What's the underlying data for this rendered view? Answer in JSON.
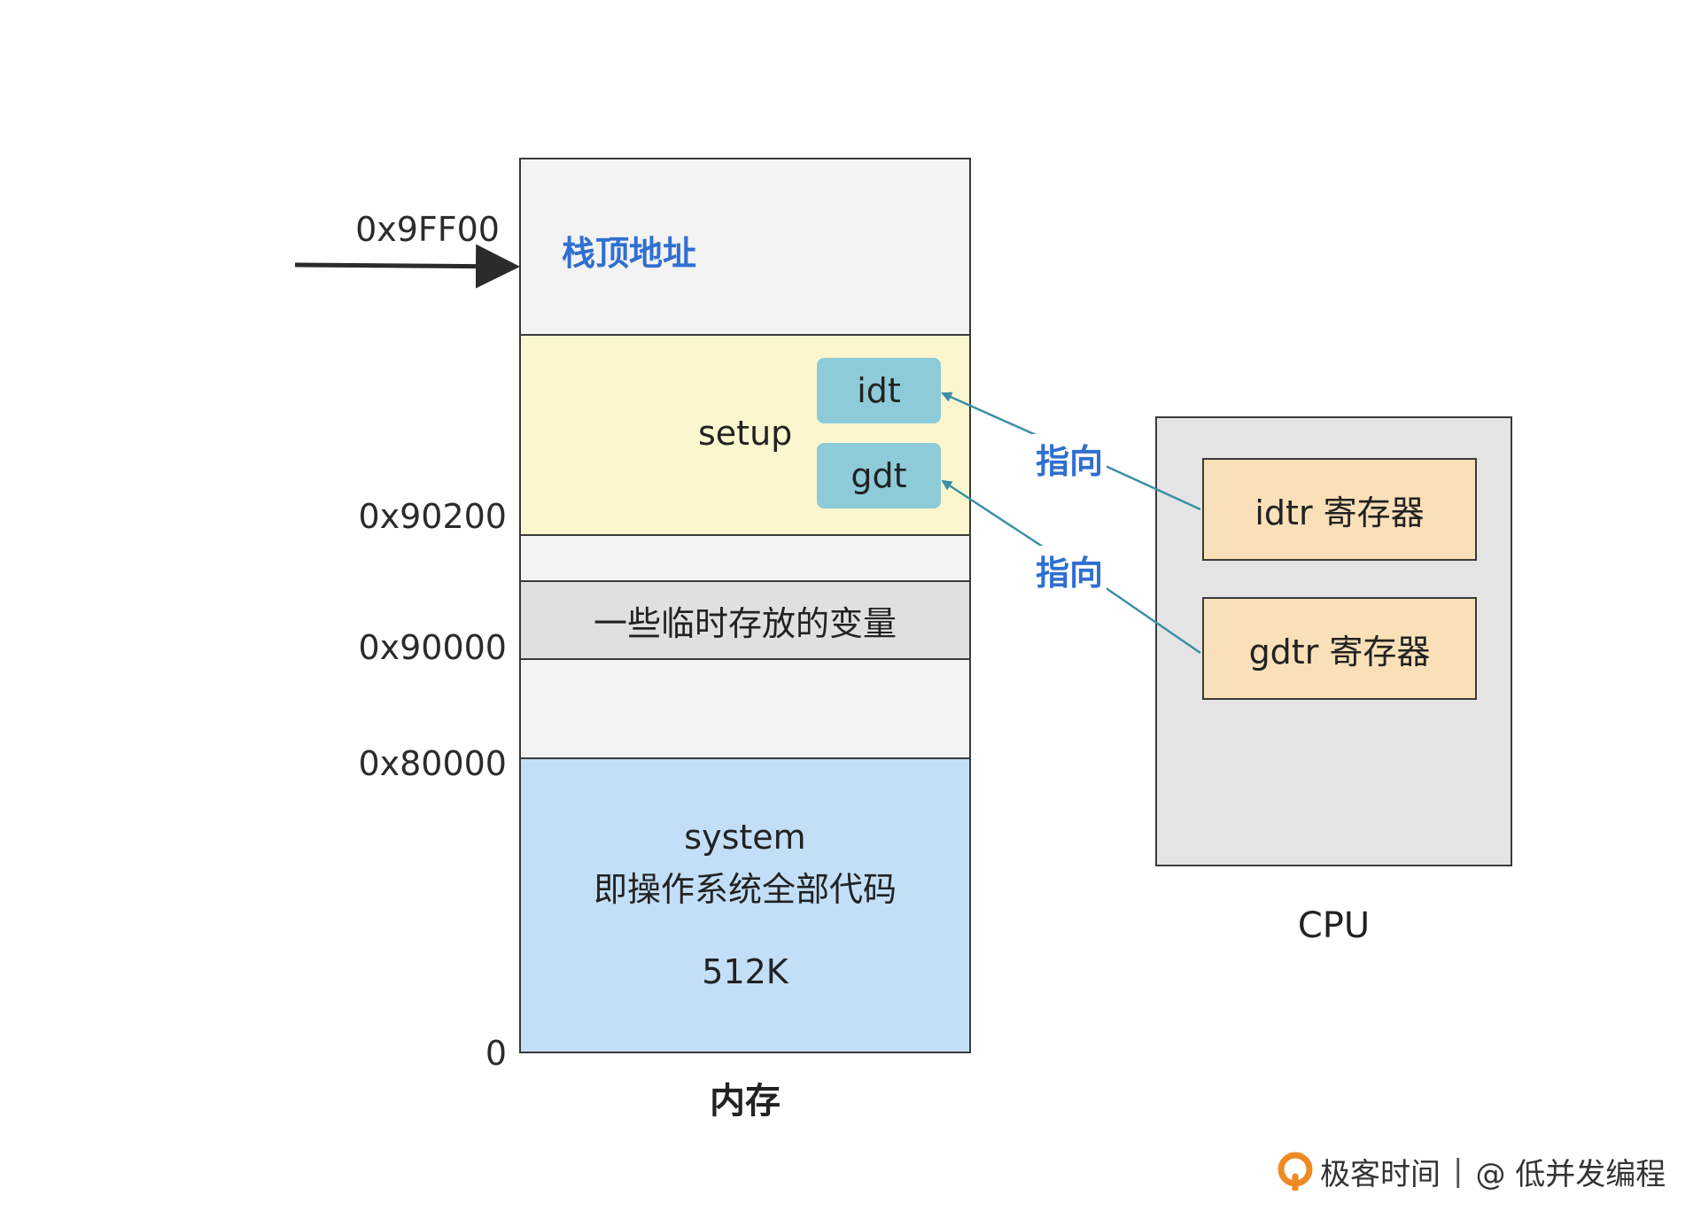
{
  "memory": {
    "title": "内存",
    "stack_top_label": "栈顶地址",
    "setup_label": "setup",
    "temp_vars_label": "一些临时存放的变量",
    "system_line1": "system",
    "system_line2": "即操作系统全部代码",
    "system_size": "512K",
    "idt_label": "idt",
    "gdt_label": "gdt",
    "addresses": {
      "a_9ff00": "0x9FF00",
      "a_90200": "0x90200",
      "a_90000": "0x90000",
      "a_80000": "0x80000",
      "a_0": "0"
    }
  },
  "cpu": {
    "title": "CPU",
    "idtr_label": "idtr 寄存器",
    "gdtr_label": "gdtr 寄存器"
  },
  "pointers": {
    "idtr_to_idt": "指向",
    "gdtr_to_gdt": "指向"
  },
  "watermark": {
    "brand": "极客时间",
    "separator": "|",
    "author": "@ 低并发编程"
  },
  "colors": {
    "stack_block": "#f3f3f3",
    "setup_block": "#fcf6cf",
    "temp_block": "#e0e0e0",
    "system_block": "#c2dff7",
    "table_box": "#8ecbd9",
    "register_box": "#fae0b8",
    "cpu_box": "#e4e4e4",
    "pointer_line": "#3b8fa6",
    "label_blue": "#2f6fd0"
  }
}
